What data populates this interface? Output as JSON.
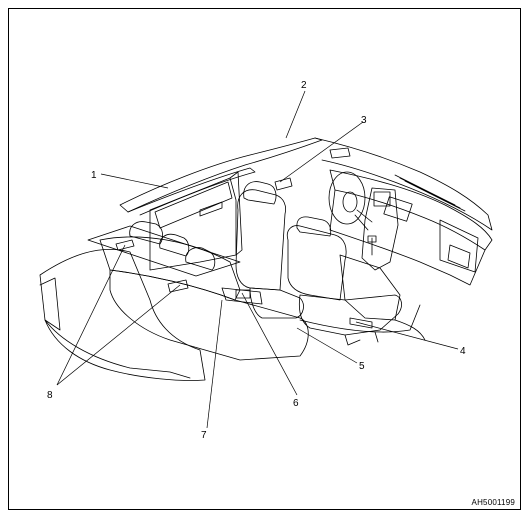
{
  "diagram": {
    "callouts": [
      {
        "id": "1",
        "label": "1"
      },
      {
        "id": "2",
        "label": "2"
      },
      {
        "id": "3",
        "label": "3"
      },
      {
        "id": "4",
        "label": "4"
      },
      {
        "id": "5",
        "label": "5"
      },
      {
        "id": "6",
        "label": "6"
      },
      {
        "id": "7",
        "label": "7"
      },
      {
        "id": "8",
        "label": "8"
      }
    ],
    "figure_id": "AH5001199",
    "line_color": "#000000"
  }
}
